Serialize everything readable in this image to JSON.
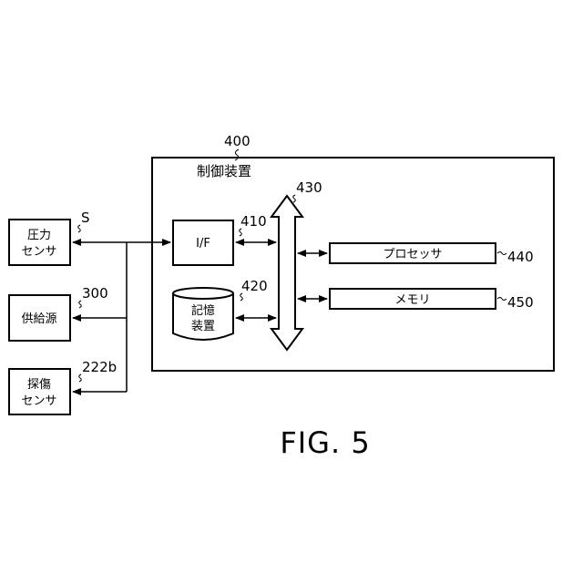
{
  "figure": {
    "caption": "FIG. 5"
  },
  "control_device": {
    "ref": "400",
    "title": "制御装置"
  },
  "interface": {
    "ref": "410",
    "label": "I/F"
  },
  "storage": {
    "ref": "420",
    "label_line1": "記憶",
    "label_line2": "装置"
  },
  "bus": {
    "ref": "430"
  },
  "processor": {
    "ref": "440",
    "label": "プロセッサ"
  },
  "memory": {
    "ref": "450",
    "label": "メモリ"
  },
  "pressure_sensor": {
    "ref": "S",
    "label_line1": "圧力",
    "label_line2": "センサ"
  },
  "supply_source": {
    "ref": "300",
    "label": "供給源"
  },
  "probe_sensor": {
    "ref": "222b",
    "label_line1": "探傷",
    "label_line2": "センサ"
  }
}
